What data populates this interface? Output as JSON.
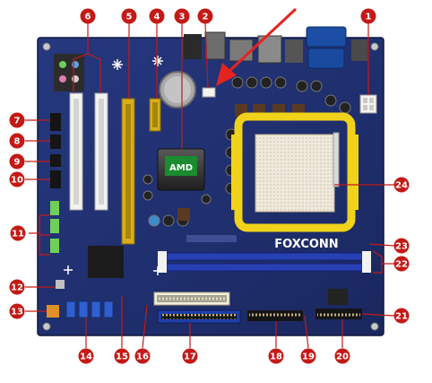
{
  "board": {
    "brand": "FOXCONN",
    "chip_logo": "AMD",
    "colors": {
      "pcb": "#1f2f74",
      "callout": "#c41a16",
      "arrow": "#e52420",
      "cpu_bracket": "#f0d21b",
      "dimm": "#2741b4",
      "pci_slot": "#f2f2f0",
      "pcie_x16": "#d8ae1c",
      "sata": "#2f5fd0",
      "ide": "#1f3ea8"
    }
  },
  "callouts": [
    {
      "label": "1"
    },
    {
      "label": "2"
    },
    {
      "label": "3"
    },
    {
      "label": "4"
    },
    {
      "label": "5"
    },
    {
      "label": "6"
    },
    {
      "label": "7"
    },
    {
      "label": "8"
    },
    {
      "label": "9"
    },
    {
      "label": "10"
    },
    {
      "label": "11"
    },
    {
      "label": "12"
    },
    {
      "label": "13"
    },
    {
      "label": "14"
    },
    {
      "label": "15"
    },
    {
      "label": "16"
    },
    {
      "label": "17"
    },
    {
      "label": "18"
    },
    {
      "label": "19"
    },
    {
      "label": "20"
    },
    {
      "label": "21"
    },
    {
      "label": "22"
    },
    {
      "label": "23"
    },
    {
      "label": "24"
    }
  ]
}
